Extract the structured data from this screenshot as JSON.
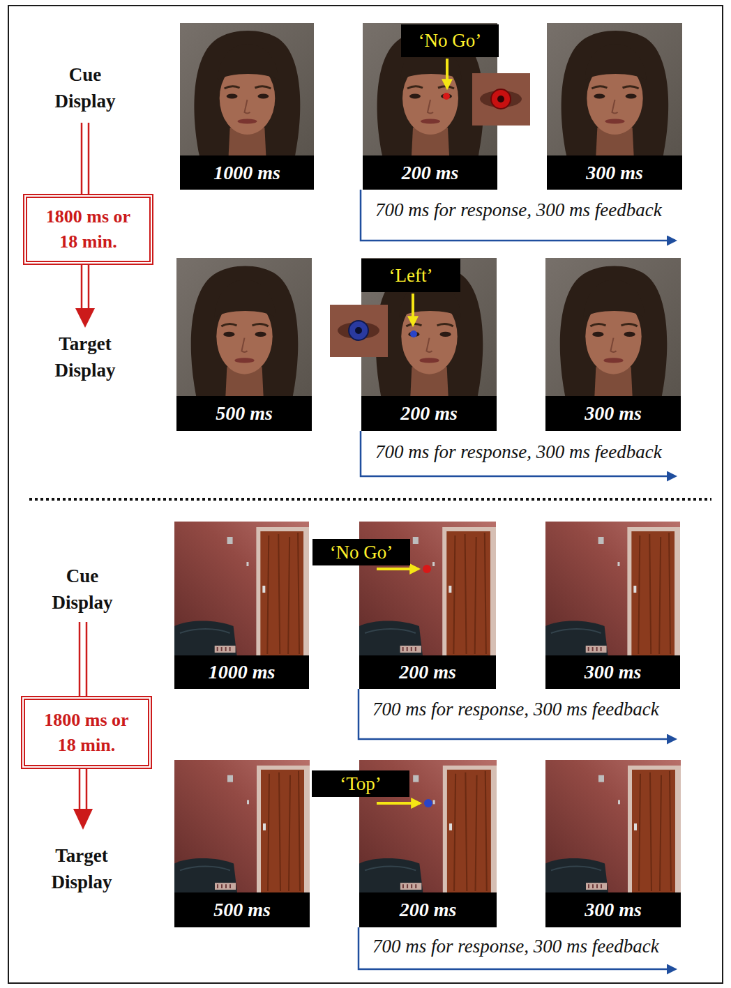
{
  "diagram": {
    "nodes": [
      {
        "text": [
          "1000 ms"
        ]
      },
      {
        "text": [
          "‘No Go’"
        ]
      },
      {
        "text": [
          "200 ms"
        ]
      },
      {
        "text": [
          "300 ms"
        ]
      },
      {
        "text": [
          "1800 ms or 18 min."
        ]
      },
      {
        "text": [
          "500 ms"
        ]
      },
      {
        "text": [
          "‘Left’"
        ]
      },
      {
        "text": [
          "200 ms"
        ]
      },
      {
        "text": [
          "300 ms"
        ]
      },
      {
        "text": [
          "1000 ms"
        ]
      },
      {
        "text": [
          "‘No Go’"
        ]
      },
      {
        "text": [
          "200 ms"
        ]
      },
      {
        "text": [
          "300 ms"
        ]
      },
      {
        "text": [
          "1800 ms or 18 min."
        ]
      },
      {
        "text": [
          "500 ms"
        ]
      },
      {
        "text": [
          "‘Top’"
        ]
      },
      {
        "text": [
          "200 ms"
        ]
      },
      {
        "text": [
          "300 ms"
        ]
      }
    ],
    "labels": [
      "Cue Display",
      "700 ms for response, 300 ms feedback",
      "Target Display",
      "700 ms for response, 300 ms feedback",
      "Cue Display",
      "700 ms for response, 300 ms feedback",
      "Target Display",
      "700 ms for response, 300 ms feedback"
    ]
  }
}
